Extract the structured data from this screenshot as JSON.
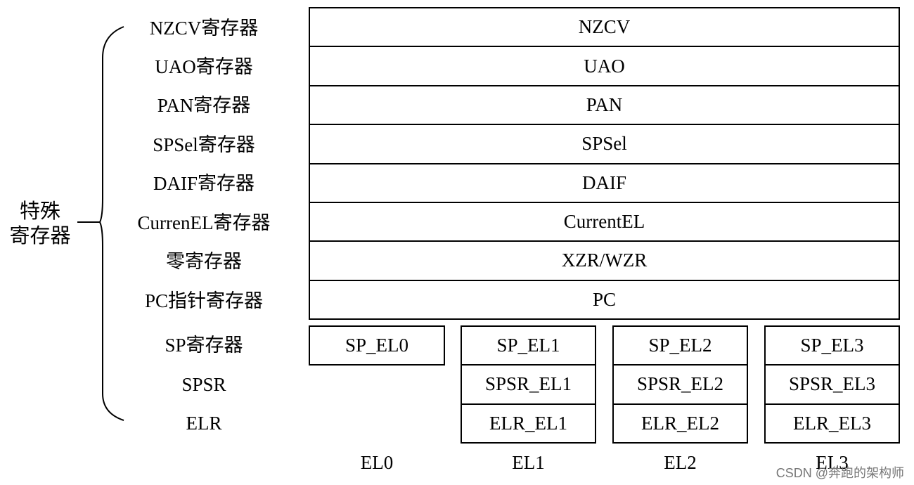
{
  "group_label_line1": "特殊",
  "group_label_line2": "寄存器",
  "row_labels": [
    "NZCV寄存器",
    "UAO寄存器",
    "PAN寄存器",
    "SPSel寄存器",
    "DAIF寄存器",
    "CurrenEL寄存器",
    "零寄存器",
    "PC指针寄存器",
    "SP寄存器",
    "SPSR",
    "ELR"
  ],
  "wide_cells": [
    "NZCV",
    "UAO",
    "PAN",
    "SPSel",
    "DAIF",
    "CurrentEL",
    "XZR/WZR",
    "PC"
  ],
  "el_columns": [
    {
      "name": "EL0",
      "cells": [
        "SP_EL0"
      ]
    },
    {
      "name": "EL1",
      "cells": [
        "SP_EL1",
        "SPSR_EL1",
        "ELR_EL1"
      ]
    },
    {
      "name": "EL2",
      "cells": [
        "SP_EL2",
        "SPSR_EL2",
        "ELR_EL2"
      ]
    },
    {
      "name": "EL3",
      "cells": [
        "SP_EL3",
        "SPSR_EL3",
        "ELR_EL3"
      ]
    }
  ],
  "watermark": "CSDN @奔跑的架构师"
}
